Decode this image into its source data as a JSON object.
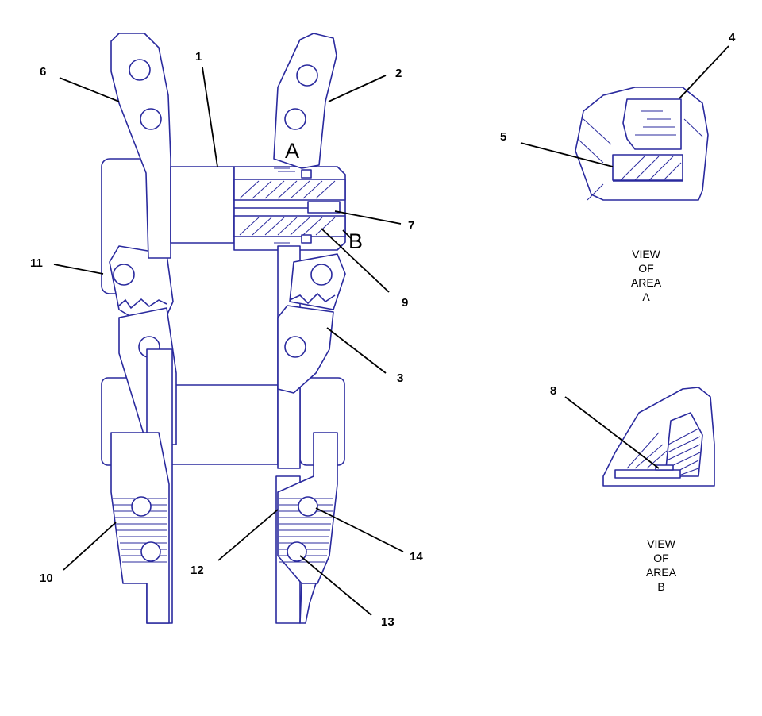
{
  "colors": {
    "linework": "#2a2a9e",
    "leader": "#000000",
    "background": "#ffffff"
  },
  "callouts": [
    {
      "id": "1",
      "label": "1"
    },
    {
      "id": "2",
      "label": "2"
    },
    {
      "id": "3",
      "label": "3"
    },
    {
      "id": "4",
      "label": "4"
    },
    {
      "id": "5",
      "label": "5"
    },
    {
      "id": "6",
      "label": "6"
    },
    {
      "id": "7",
      "label": "7"
    },
    {
      "id": "8",
      "label": "8"
    },
    {
      "id": "9",
      "label": "9"
    },
    {
      "id": "10",
      "label": "10"
    },
    {
      "id": "11",
      "label": "11"
    },
    {
      "id": "12",
      "label": "12"
    },
    {
      "id": "13",
      "label": "13"
    },
    {
      "id": "14",
      "label": "14"
    }
  ],
  "area_markers": {
    "a": "A",
    "b": "B"
  },
  "views": {
    "a": {
      "line1": "VIEW",
      "line2": "OF",
      "line3": "AREA",
      "line4": "A"
    },
    "b": {
      "line1": "VIEW",
      "line2": "OF",
      "line3": "AREA",
      "line4": "B"
    }
  }
}
